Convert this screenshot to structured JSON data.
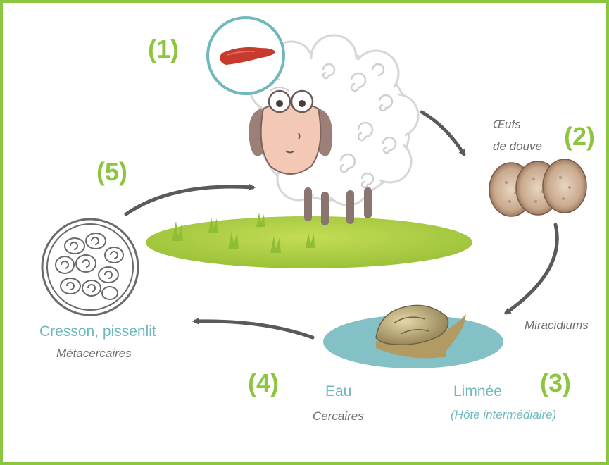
{
  "steps": {
    "s1": "(1)",
    "s2": "(2)",
    "s3": "(3)",
    "s4": "(4)",
    "s5": "(5)"
  },
  "labels": {
    "eggs_line1": "Œufs",
    "eggs_line2": "de douve",
    "miracidia": "Miracidiums",
    "water": "Eau",
    "cercariae": "Cercaires",
    "snail": "Limnée",
    "snail_host": "(Hôte intermédiaire)",
    "plants": "Cresson, pissenlit",
    "metacercariae": "Métacercaires"
  },
  "colors": {
    "border": "#8cc63f",
    "step_number": "#8cc63f",
    "teal_text": "#6fb8bd",
    "gray_text": "#6d6d6d",
    "arrow": "#5a5a5a",
    "grass": "#a4c93b",
    "pond": "#84c1c7"
  },
  "icons": [
    "liver-fluke-icon",
    "sheep-icon",
    "fluke-eggs-icon",
    "snail-icon",
    "metacercariae-cyst-icon"
  ]
}
